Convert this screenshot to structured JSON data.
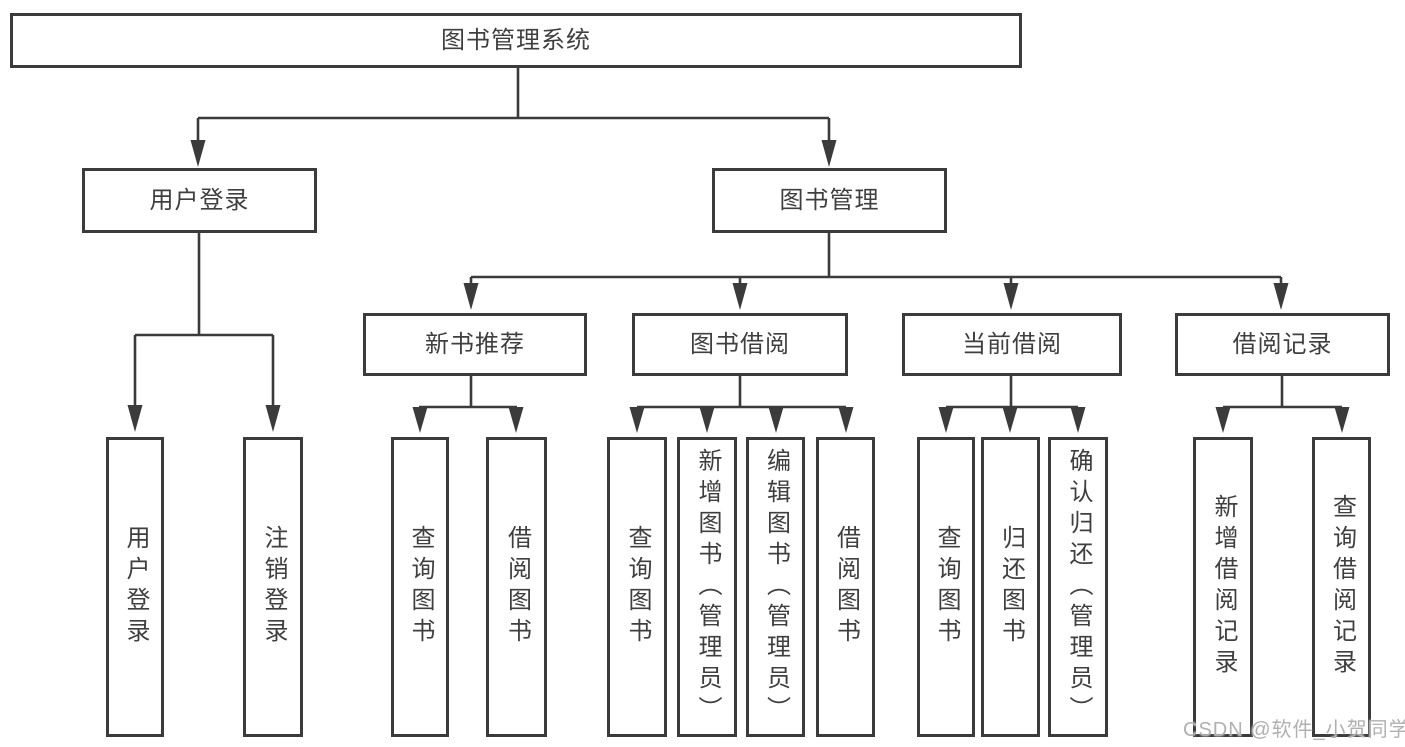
{
  "tree": {
    "root": {
      "label": "图书管理系统",
      "children": [
        {
          "label": "用户登录",
          "children": [
            {
              "label": "用户登录"
            },
            {
              "label": "注销登录"
            }
          ]
        },
        {
          "label": "图书管理",
          "children": [
            {
              "label": "新书推荐",
              "children": [
                {
                  "label": "查询图书"
                },
                {
                  "label": "借阅图书"
                }
              ]
            },
            {
              "label": "图书借阅",
              "children": [
                {
                  "label": "查询图书"
                },
                {
                  "label": "新增图书（管理员）"
                },
                {
                  "label": "编辑图书（管理员）"
                },
                {
                  "label": "借阅图书"
                }
              ]
            },
            {
              "label": "当前借阅",
              "children": [
                {
                  "label": "查询图书"
                },
                {
                  "label": "归还图书"
                },
                {
                  "label": "确认归还（管理员）"
                }
              ]
            },
            {
              "label": "借阅记录",
              "children": [
                {
                  "label": "新增借阅记录"
                },
                {
                  "label": "查询借阅记录"
                }
              ]
            }
          ]
        }
      ]
    }
  },
  "watermark": {
    "text": "CSDN @软件_小贺同学"
  },
  "colors": {
    "line": "#3b3b3b",
    "text": "#3f3f3f",
    "watermark": "#b0b0b0",
    "background": "#ffffff"
  }
}
